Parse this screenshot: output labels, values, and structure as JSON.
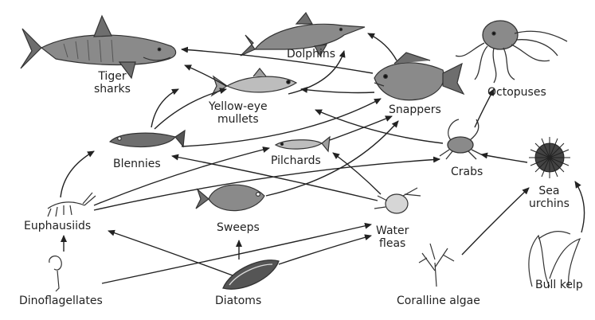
{
  "organisms": {
    "tiger_sharks": "Tiger\nsharks",
    "dolphins": "Dolphins",
    "yellow_eye_mullets": "Yellow-eye\nmullets",
    "snappers": "Snappers",
    "octopuses": "Octopuses",
    "blennies": "Blennies",
    "pilchards": "Pilchards",
    "crabs": "Crabs",
    "sea_urchins": "Sea\nurchins",
    "euphausiids": "Euphausiids",
    "sweeps": "Sweeps",
    "water_fleas": "Water\nfleas",
    "dinoflagellates": "Dinoflagellates",
    "diatoms": "Diatoms",
    "coralline_algae": "Coralline algae",
    "bull_kelp": "Bull kelp"
  },
  "links": [
    [
      "snappers",
      "tiger_sharks"
    ],
    [
      "yellow_eye_mullets",
      "tiger_sharks"
    ],
    [
      "blennies",
      "tiger_sharks"
    ],
    [
      "yellow_eye_mullets",
      "dolphins"
    ],
    [
      "snappers",
      "dolphins"
    ],
    [
      "crabs",
      "octopuses"
    ],
    [
      "blennies",
      "yellow_eye_mullets"
    ],
    [
      "snappers",
      "yellow_eye_mullets"
    ],
    [
      "crabs",
      "yellow_eye_mullets"
    ],
    [
      "blennies",
      "snappers"
    ],
    [
      "pilchards",
      "snappers"
    ],
    [
      "sweeps",
      "snappers"
    ],
    [
      "euphausiids",
      "blennies"
    ],
    [
      "water_fleas",
      "blennies"
    ],
    [
      "euphausiids",
      "pilchards"
    ],
    [
      "water_fleas",
      "pilchards"
    ],
    [
      "euphausiids",
      "crabs"
    ],
    [
      "sea_urchins",
      "crabs"
    ],
    [
      "coralline_algae",
      "sea_urchins"
    ],
    [
      "bull_kelp",
      "sea_urchins"
    ],
    [
      "dinoflagellates",
      "euphausiids"
    ],
    [
      "diatoms",
      "euphausiids"
    ],
    [
      "diatoms",
      "sweeps"
    ],
    [
      "diatoms",
      "water_fleas"
    ],
    [
      "dinoflagellates",
      "water_fleas"
    ]
  ]
}
